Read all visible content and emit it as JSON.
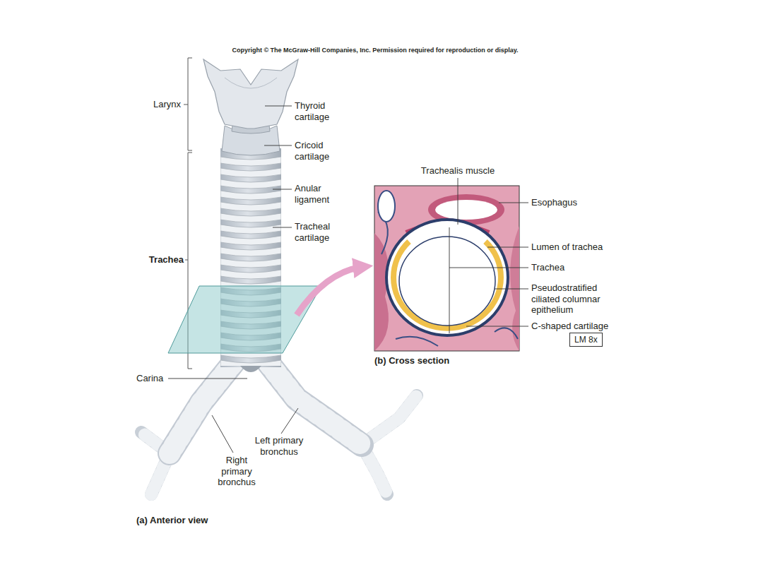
{
  "diagram": {
    "labels": [
      "Copyright © The McGraw-Hill Companies, Inc. Permission required for reproduction or display.",
      "Larynx",
      "Thyroid cartilage",
      "Cricoid cartilage",
      "Anular ligament",
      "Tracheal cartilage",
      "Trachea",
      "Carina",
      "Left primary bronchus",
      "Right primary bronchus",
      "(a) Anterior view",
      "Trachealis muscle",
      "Esophagus",
      "Lumen of trachea",
      "Trachea",
      "Pseudostratified ciliated columnar epithelium",
      "C-shaped cartilage",
      "LM 8x",
      "(b) Cross section"
    ]
  }
}
